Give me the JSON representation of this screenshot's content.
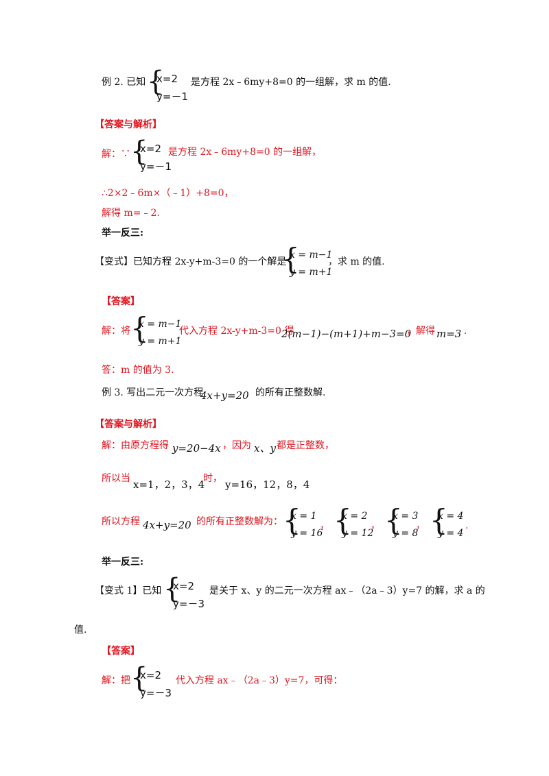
{
  "ex2": {
    "prefix": "例 2. 已知",
    "sys": [
      "x=2",
      "y=－1"
    ],
    "suffix": "是方程 2x﹣6my+8=0 的一组解，求 m 的值."
  },
  "ans1": {
    "header": "【答案与解析】",
    "l1_prefix": "解：∵",
    "l1_sys": [
      "x=2",
      "y=－1"
    ],
    "l1_suffix": "是方程 2x﹣6my+8=0 的一组解，",
    "l2": "∴2×2﹣6m×（﹣1）+8=0，",
    "l3": "解得 m=﹣2."
  },
  "juyi1": "举一反三:",
  "var1": {
    "prefix": "【变式】已知方程 2x-y+m-3=0 的一个解是",
    "sys": [
      "x = m−1",
      "y = m+1"
    ],
    "suffix": "，求 m 的值."
  },
  "ans2": {
    "header": "【答案】",
    "prefix": "解：将",
    "sys": [
      "x = m−1",
      "y = m+1"
    ],
    "mid": "代入方程 2x-y+m-3=0 得",
    "eq": "2(m−1)−(m+1)+m−3=0",
    "mid2": "，解得",
    "res": "m=3",
    "end": "·",
    "answer": "答：m 的值为 3."
  },
  "ex3": {
    "prefix": "例 3. 写出二元一次方程",
    "eq": "4x+y=20",
    "suffix": "的所有正整数解."
  },
  "ans3": {
    "header": "【答案与解析】",
    "l1_prefix": "解：由原方程得",
    "l1_eq": "y=20−4x",
    "l1_mid": "，因为",
    "l1_xy": "x、y",
    "l1_suffix": "都是正整数，",
    "l2_prefix": "所以当",
    "l2_x": "x=1，2，3，4",
    "l2_mid": "时，",
    "l2_y": "y=16，12，8，4",
    "l2_end": "·",
    "l3_prefix": "所以方程",
    "l3_eq": "4x+y=20",
    "l3_mid": "的所有正整数解为：",
    "solutions": [
      {
        "x": "x = 1",
        "y": "y = 16"
      },
      {
        "x": "x = 2",
        "y": "y = 12"
      },
      {
        "x": "x = 3",
        "y": "y = 8"
      },
      {
        "x": "x = 4",
        "y": "y = 4"
      }
    ],
    "sep": "，",
    "end": "."
  },
  "juyi2": "举一反三:",
  "var2": {
    "prefix": "【变式 1】已知",
    "sys": [
      "x=2",
      "y=－3"
    ],
    "suffix": "是关于 x、y 的二元一次方程 ax﹣（2a﹣3）y=7 的解，求 a 的",
    "cont": "值."
  },
  "ans4": {
    "header": "【答案】",
    "prefix": "解：把",
    "sys": [
      "x=2",
      "y=－3"
    ],
    "suffix": "代入方程 ax﹣（2a﹣3）y=7，可得："
  }
}
